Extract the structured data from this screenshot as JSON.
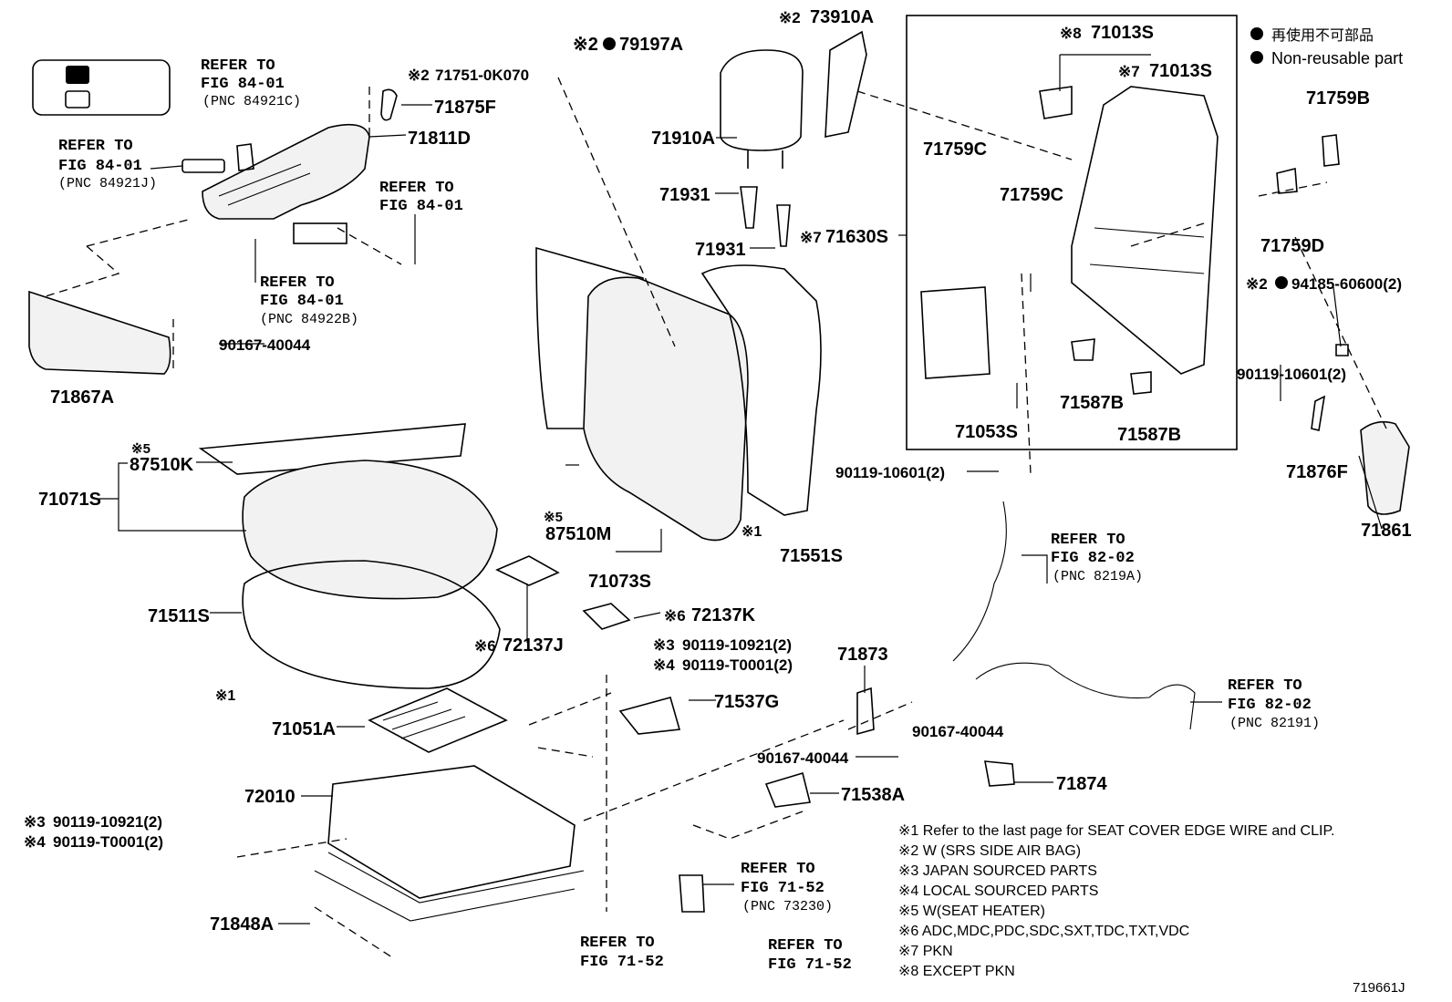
{
  "legend": {
    "non_reusable_jp": "再使用不可部品",
    "non_reusable_en": "Non-reusable part"
  },
  "labels": {
    "l79197a": "79197A",
    "l71751": "71751-0K070",
    "l73910a": "73910A",
    "l71013s_a": "71013S",
    "l71013s_b": "71013S",
    "l71875f": "71875F",
    "l71811d": "71811D",
    "l71910a": "71910A",
    "l71931_a": "71931",
    "l71931_b": "71931",
    "l71630s": "71630S",
    "l71759c_a": "71759C",
    "l71759c_b": "71759C",
    "l71759b": "71759B",
    "l71759d": "71759D",
    "l94185": "94185-60600(2)",
    "l90119_10601_r": "90119-10601(2)",
    "l90119_10601_m": "90119-10601(2)",
    "l71587b_a": "71587B",
    "l71587b_b": "71587B",
    "l71053s": "71053S",
    "l71876f": "71876F",
    "l71861": "71861",
    "l90167_a": "90167-40044",
    "l71867a": "71867A",
    "l87510k": "87510K",
    "l71071s": "71071S",
    "l87510m": "87510M",
    "l71073s": "71073S",
    "l71551s": "71551S",
    "l71511s": "71511S",
    "l72137j": "72137J",
    "l72137k": "72137K",
    "l90119_10921_m": "90119-10921(2)",
    "l90119_t0001_m": "90119-T0001(2)",
    "l71873": "71873",
    "l71537g": "71537G",
    "l71051a": "71051A",
    "l72010": "72010",
    "l90167_b": "90167-40044",
    "l90167_c": "90167-40044",
    "l71538a": "71538A",
    "l71874": "71874",
    "l90119_10921_l": "90119-10921(2)",
    "l90119_t0001_l": "90119-T0001(2)",
    "l71848a": "71848A",
    "fig_no": "719661J"
  },
  "marks": {
    "m1": "※1",
    "m2": "※2",
    "m3": "※3",
    "m4": "※4",
    "m5": "※5",
    "m6": "※6",
    "m7": "※7",
    "m8": "※8"
  },
  "refs": {
    "refer_to": "REFER TO",
    "fig_84_01": "FIG 84-01",
    "fig_82_02": "FIG 82-02",
    "fig_71_52": "FIG 71-52",
    "pnc_84921c": "(PNC 84921C)",
    "pnc_84921j": "(PNC 84921J)",
    "pnc_84922b": "(PNC 84922B)",
    "pnc_8219a": "(PNC 8219A)",
    "pnc_82191": "(PNC 82191)",
    "pnc_73230": "(PNC 73230)"
  },
  "notes": [
    "※1  Refer to the last page for SEAT COVER EDGE WIRE and CLIP.",
    "※2  W (SRS SIDE AIR BAG)",
    "※3  JAPAN SOURCED PARTS",
    "※4  LOCAL SOURCED PARTS",
    "※5  W(SEAT HEATER)",
    "※6  ADC,MDC,PDC,SDC,SXT,TDC,TXT,VDC",
    "※7 PKN",
    "※8 EXCEPT PKN"
  ]
}
